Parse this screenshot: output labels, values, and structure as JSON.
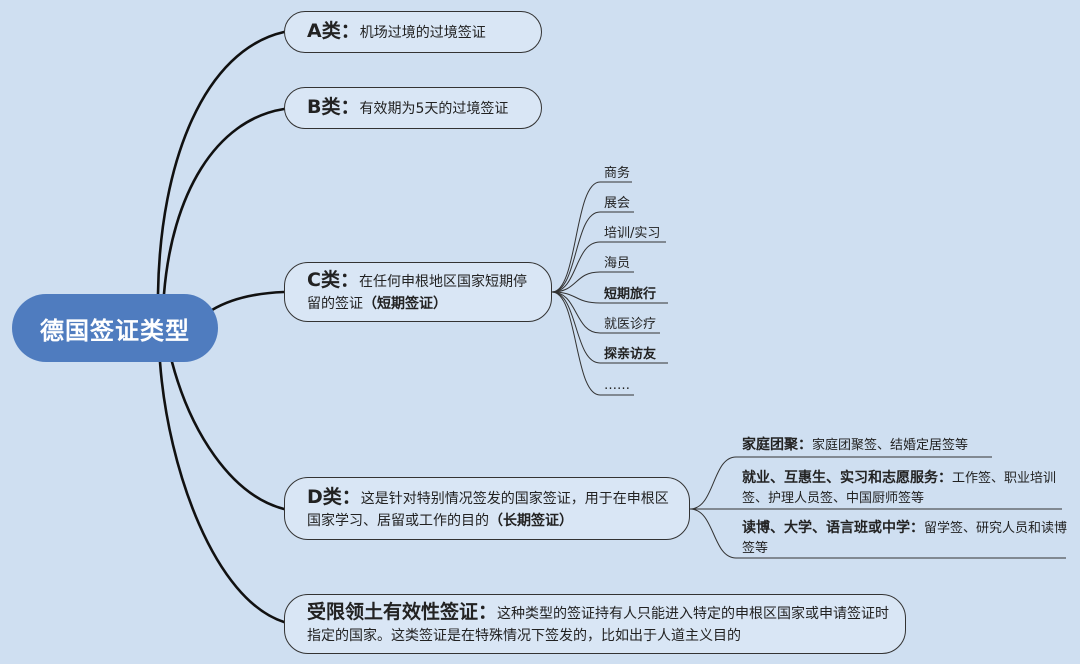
{
  "root": {
    "title": "德国签证类型"
  },
  "topics": {
    "a": {
      "head": "A类：",
      "text": "机场过境的过境签证"
    },
    "b": {
      "head": "B类：",
      "text": "有效期为5天的过境签证"
    },
    "c": {
      "head": "C类：",
      "text": "在任何申根地区国家短期停留的签证",
      "bold_suffix": "（短期签证）",
      "children": [
        {
          "label": "商务",
          "bold": false
        },
        {
          "label": "展会",
          "bold": false
        },
        {
          "label": "培训/实习",
          "bold": false
        },
        {
          "label": "海员",
          "bold": false
        },
        {
          "label": "短期旅行",
          "bold": true
        },
        {
          "label": "就医诊疗",
          "bold": false
        },
        {
          "label": "探亲访友",
          "bold": true
        },
        {
          "label": "……",
          "bold": false
        }
      ]
    },
    "d": {
      "head": "D类：",
      "text": "这是针对特别情况签发的国家签证，用于在申根区国家学习、居留或工作的目的",
      "bold_suffix": "（长期签证）",
      "children": [
        {
          "head": "家庭团聚：",
          "text": "家庭团聚签、结婚定居签等"
        },
        {
          "head": "就业、互惠生、实习和志愿服务：",
          "text": "工作签、职业培训签、护理人员签、中国厨师签等"
        },
        {
          "head": "读博、大学、语言班或中学：",
          "text": "留学签、研究人员和读博签等"
        }
      ]
    },
    "e": {
      "head": "受限领土有效性签证：",
      "text": "这种类型的签证持有人只能进入特定的申根区国家或申请签证时指定的国家。这类签证是在特殊情况下签发的，比如出于人道主义目的"
    }
  },
  "colors": {
    "background": "#cfdff1",
    "root_fill": "#4f7cbf",
    "topic_fill": "#d9e6f5",
    "line": "#111111"
  }
}
